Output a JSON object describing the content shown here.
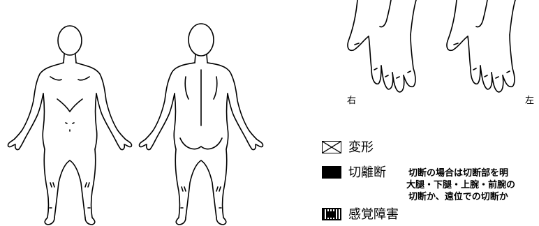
{
  "hands": {
    "right_label": "右",
    "left_label": "左"
  },
  "legend": {
    "deformity": "変形",
    "amputation": "切離断",
    "amputation_note": [
      "切断の場合は切断部を明",
      "大腿・下腿・上腕・前腕の",
      "切断か、遠位での切断か"
    ],
    "sensory": "感覚障害"
  }
}
